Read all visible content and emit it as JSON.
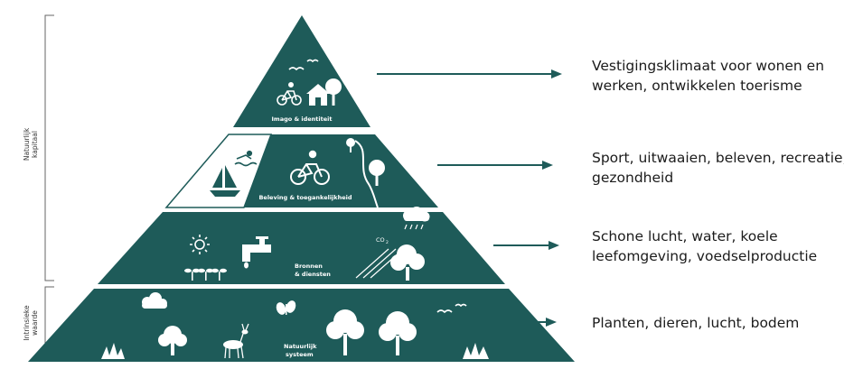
{
  "colors": {
    "pyramid": "#1e5b59",
    "text": "#1b1b1b",
    "arrow": "#1e5b59",
    "white": "#ffffff"
  },
  "side_labels": {
    "top": [
      "Natuurlijk",
      "kapitaal"
    ],
    "bottom": [
      "Intrinsieke",
      "waarde"
    ]
  },
  "layers": [
    {
      "label_lines": [
        "Imago & identiteit"
      ],
      "description": "Vestigingsklimaat voor wonen en werken, ontwikkelen toerisme",
      "description_lines": [
        "Vestigingsklimaat voor wonen en",
        "werken, ontwikkelen toerisme"
      ],
      "icons": [
        "birds-icon",
        "cyclist-icon",
        "house-icon",
        "tree-icon"
      ]
    },
    {
      "label_lines": [
        "Beleving & toegankelijkheid"
      ],
      "description": "Sport, uitwaaien, beleven, recreatie, gezondheid",
      "description_lines": [
        "Sport, uitwaaien, beleven, recreatie,",
        "gezondheid"
      ],
      "icons": [
        "swimmer-icon",
        "sailboat-icon",
        "cyclist-icon",
        "path-icon",
        "tree-icon"
      ]
    },
    {
      "label_lines": [
        "Bronnen",
        "& diensten"
      ],
      "description": "Schone lucht, water, koele leefomgeving, voedselproductie",
      "description_lines": [
        "Schone lucht, water, koele",
        "leefomgeving, voedselproductie"
      ],
      "icons": [
        "sun-icon",
        "sprouts-icon",
        "tap-icon",
        "rain-cloud-icon",
        "co2-icon",
        "tree-icon"
      ]
    },
    {
      "label_lines": [
        "Natuurlijk",
        "systeem"
      ],
      "description": "Planten, dieren, lucht, bodem",
      "description_lines": [
        "Planten, dieren, lucht, bodem"
      ],
      "icons": [
        "cloud-icon",
        "butterfly-icon",
        "birds-icon",
        "deer-icon",
        "tree-icon",
        "grass-icon"
      ]
    }
  ],
  "co2_label": "CO",
  "co2_subscript": "2"
}
